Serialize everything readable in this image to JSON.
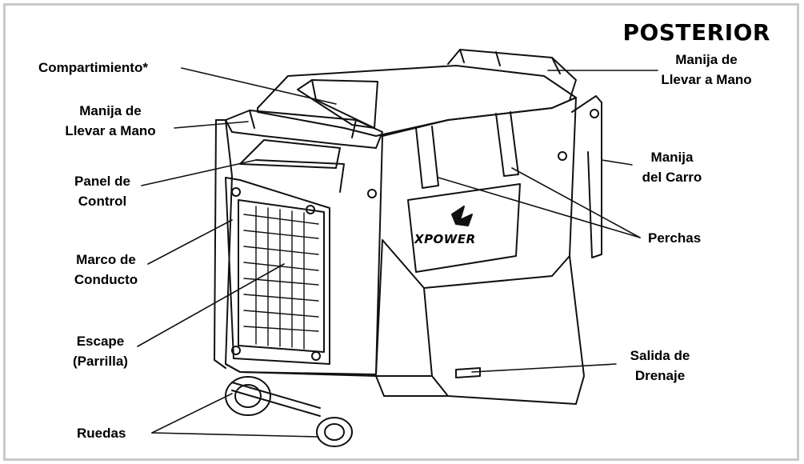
{
  "title": "POSTERIOR",
  "brand": "XPOWER",
  "labels": {
    "compartimiento": "Compartimiento*",
    "manija_llevar_left_1": "Manija de",
    "manija_llevar_left_2": "Llevar a Mano",
    "panel_1": "Panel de",
    "panel_2": "Control",
    "marco_1": "Marco de",
    "marco_2": "Conducto",
    "escape_1": "Escape",
    "escape_2": "(Parrilla)",
    "ruedas": "Ruedas",
    "manija_llevar_right_1": "Manija de",
    "manija_llevar_right_2": "Llevar a Mano",
    "manija_carro_1": "Manija",
    "manija_carro_2": "del Carro",
    "perchas": "Perchas",
    "salida_1": "Salida de",
    "salida_2": "Drenaje"
  }
}
